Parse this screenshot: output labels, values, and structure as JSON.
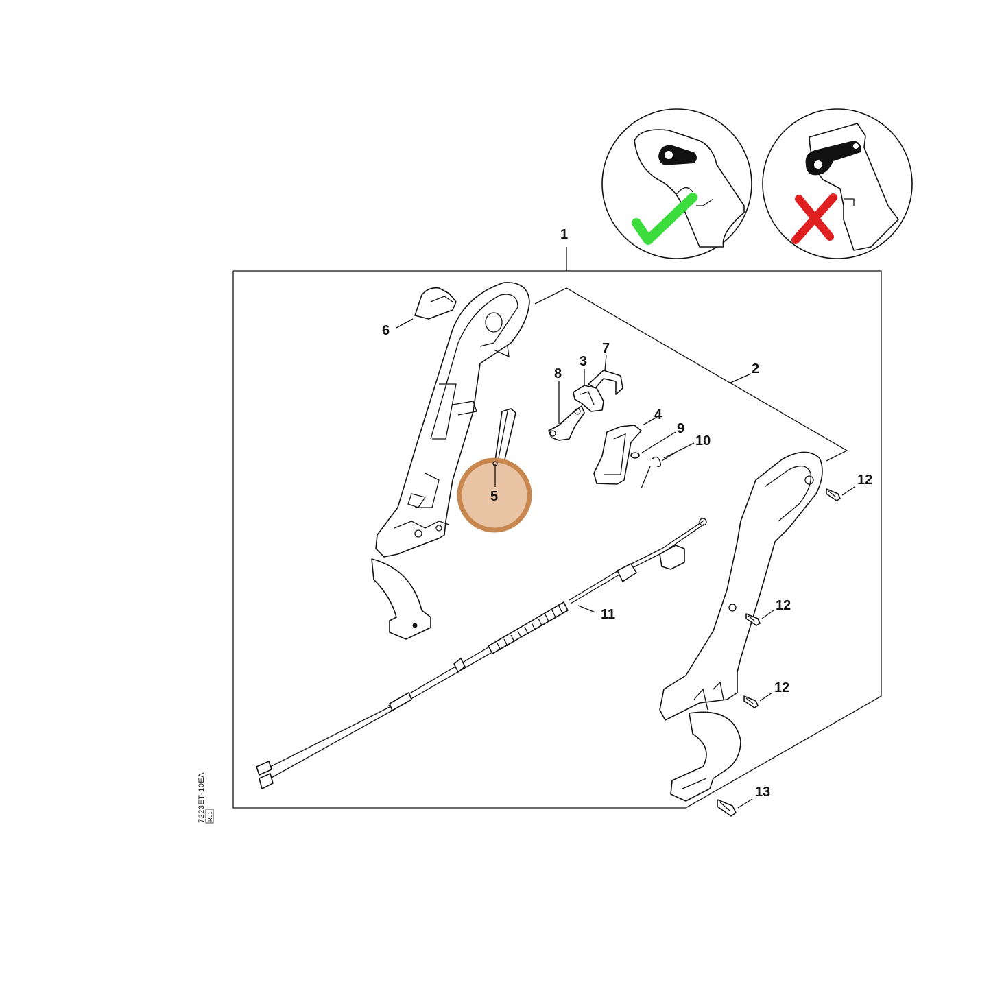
{
  "diagram": {
    "doc_code": "7223ET-10EA",
    "doc_code_tag": "R01",
    "callouts": [
      {
        "id": "1",
        "label": "1"
      },
      {
        "id": "2",
        "label": "2"
      },
      {
        "id": "3",
        "label": "3"
      },
      {
        "id": "4",
        "label": "4"
      },
      {
        "id": "5",
        "label": "5"
      },
      {
        "id": "6",
        "label": "6"
      },
      {
        "id": "7",
        "label": "7"
      },
      {
        "id": "8",
        "label": "8"
      },
      {
        "id": "9",
        "label": "9"
      },
      {
        "id": "10",
        "label": "10"
      },
      {
        "id": "11",
        "label": "11"
      },
      {
        "id": "12a",
        "label": "12"
      },
      {
        "id": "12b",
        "label": "12"
      },
      {
        "id": "12c",
        "label": "12"
      },
      {
        "id": "13",
        "label": "13"
      }
    ],
    "highlighted_part": "5",
    "colors": {
      "highlight_fill": "#e9c4a4",
      "highlight_stroke": "#c8874e",
      "correct_mark": "#3ddc3d",
      "wrong_mark": "#e02020",
      "line": "#111111"
    },
    "insets": [
      {
        "name": "correct-installation",
        "icon": "check-icon"
      },
      {
        "name": "wrong-installation",
        "icon": "cross-icon"
      }
    ]
  }
}
